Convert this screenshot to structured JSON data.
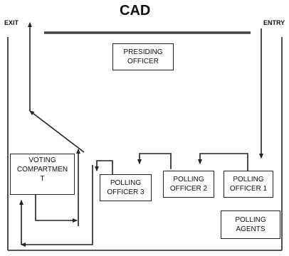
{
  "title": "CAD",
  "exit_label": "EXIT",
  "entry_label": "ENTRY",
  "boxes": {
    "presiding_officer": "PRESIDING\nOFFICER",
    "voting_compartment": "VOTING\nCOMPARTMEN\nT",
    "polling_officer_3": "POLLING\nOFFICER 3",
    "polling_officer_2": "POLLING\nOFFICER 2",
    "polling_officer_1": "POLLING\nOFFICER 1",
    "polling_agents": "POLLING\nAGENTS"
  },
  "colors": {
    "line": "#222222",
    "background": "#ffffff"
  }
}
